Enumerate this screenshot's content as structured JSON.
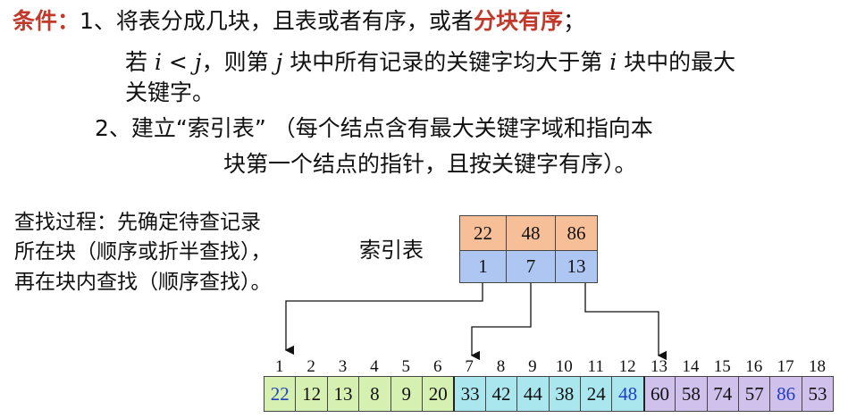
{
  "conditions": {
    "label": "条件：",
    "c1_text": "1、将表分成几块，且表或者有序，或者",
    "c1_highlight": "分块有序",
    "c1_end": "；",
    "c1b_pre": "若 ",
    "var_i": "i",
    "lt": " < ",
    "var_j": "j",
    "c1b_mid": "，则第 ",
    "c1b_mid2": " 块中所有记录的关键字均大于第 ",
    "c1b_end": " 块中的最大",
    "c1c": "关键字。",
    "c2a": "2、建立“索引表” （每个结点含有最大关键字域和指向本",
    "c2b": "块第一个结点的指针，且按关键字有序）。"
  },
  "process": {
    "line1": "查找过程：先确定待查记录",
    "line2": "所在块（顺序或折半查找），",
    "line3": "再在块内查找（顺序查找）。"
  },
  "index_table": {
    "title": "索引表",
    "max_keys": [
      "22",
      "48",
      "86"
    ],
    "start_positions": [
      "1",
      "7",
      "13"
    ]
  },
  "array": {
    "indices": [
      "1",
      "2",
      "3",
      "4",
      "5",
      "6",
      "7",
      "8",
      "9",
      "10",
      "11",
      "12",
      "13",
      "14",
      "15",
      "16",
      "17",
      "18"
    ],
    "values": [
      "22",
      "12",
      "13",
      "8",
      "9",
      "20",
      "33",
      "42",
      "44",
      "38",
      "24",
      "48",
      "60",
      "58",
      "74",
      "57",
      "86",
      "53"
    ],
    "block_colors": [
      "#d5f0b0",
      "#a9e6ee",
      "#cfc0ec"
    ],
    "highlight_color": "#1f3fbf"
  }
}
